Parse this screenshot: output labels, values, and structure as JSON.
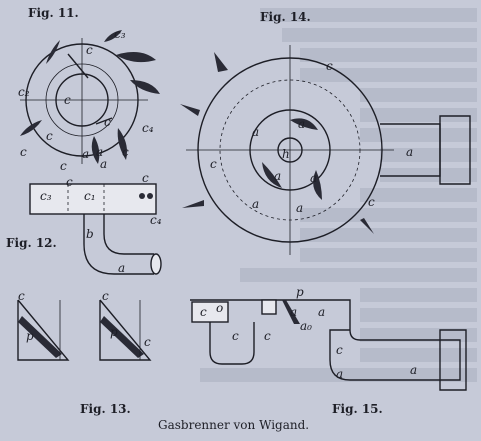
{
  "figures": {
    "fig11": {
      "caption": "Fig. 11.",
      "labels": [
        "c3",
        "c",
        "c2",
        "c",
        "c4",
        "c",
        "c",
        "a",
        "c",
        "c",
        "a",
        "a",
        "c"
      ]
    },
    "fig12": {
      "caption": "Fig. 12.",
      "labels": [
        "c3",
        "c1",
        "c",
        "c",
        "c4",
        "b",
        "a"
      ]
    },
    "fig13": {
      "caption": "Fig. 13.",
      "labels": [
        "c",
        "c",
        "p",
        "p",
        "c"
      ]
    },
    "fig14": {
      "caption": "Fig. 14.",
      "labels": [
        "c",
        "a",
        "a",
        "a",
        "a",
        "h",
        "a",
        "a",
        "c",
        "c",
        "a"
      ]
    },
    "fig15": {
      "caption": "Fig. 15.",
      "labels": [
        "c",
        "o",
        "a",
        "p",
        "a",
        "c",
        "c",
        "c",
        "a",
        "ao",
        "a"
      ]
    }
  },
  "title": "Gasbrenner von Wigand."
}
